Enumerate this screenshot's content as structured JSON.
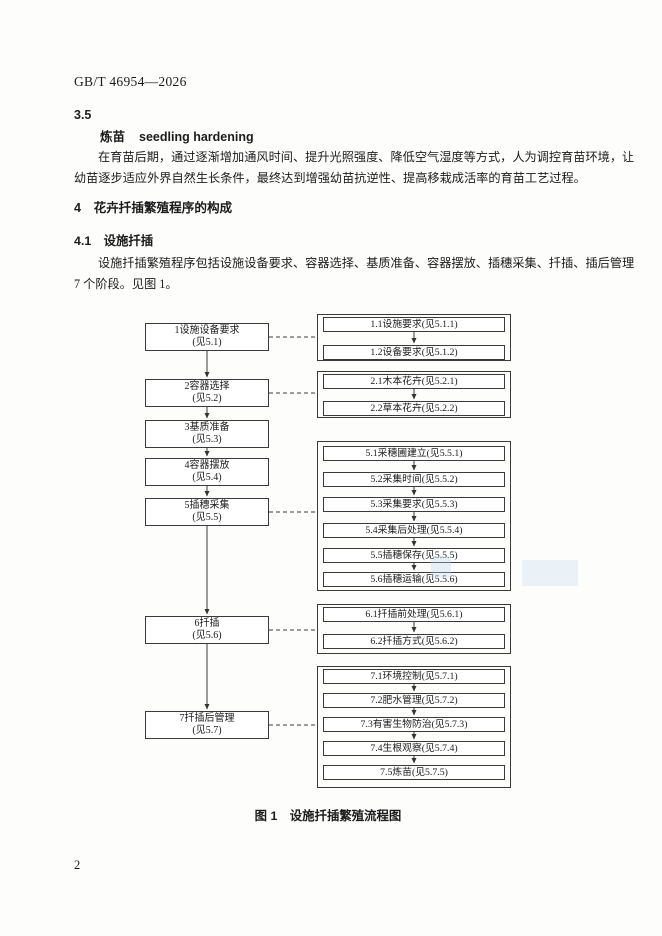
{
  "header": {
    "doc_code": "GB/T 46954—2026"
  },
  "clause35": {
    "number": "3.5",
    "term": "炼苗",
    "term_en": "seedling hardening",
    "def_line1": "在育苗后期，通过逐渐增加通风时间、提升光照强度、降低空气湿度等方式，人为调控育苗环境，让",
    "def_line2": "幼苗逐步适应外界自然生长条件，最终达到增强幼苗抗逆性、提高移栽成活率的育苗工艺过程。"
  },
  "clause4": {
    "heading": "4　花卉扦插繁殖程序的构成",
    "subheading": "4.1　设施扦插",
    "body_line1": "设施扦插繁殖程序包括设施设备要求、容器选择、基质准备、容器摆放、插穗采集、扦插、插后管理",
    "body_line2": "7 个阶段。见图 1。"
  },
  "flowchart": {
    "caption": "图 1　设施扦插繁殖流程图",
    "stages": [
      {
        "label": "1设施设备要求",
        "ref": "(见5.1)"
      },
      {
        "label": "2容器选择",
        "ref": "(见5.2)"
      },
      {
        "label": "3基质准备",
        "ref": "(见5.3)"
      },
      {
        "label": "4容器摆放",
        "ref": "(见5.4)"
      },
      {
        "label": "5插穗采集",
        "ref": "(见5.5)"
      },
      {
        "label": "6扦插",
        "ref": "(见5.6)"
      },
      {
        "label": "7扦插后管理",
        "ref": "(见5.7)"
      }
    ],
    "groups": [
      {
        "items": [
          "1.1设施要求(见5.1.1)",
          "1.2设备要求(见5.1.2)"
        ]
      },
      {
        "items": [
          "2.1木本花卉(见5.2.1)",
          "2.2草本花卉(见5.2.2)"
        ]
      },
      {
        "items": [
          "5.1采穗圃建立(见5.5.1)",
          "5.2采集时间(见5.5.2)",
          "5.3采集要求(见5.5.3)",
          "5.4采集后处理(见5.5.4)",
          "5.5插穗保存(见5.5.5)",
          "5.6插穗运输(见5.5.6)"
        ]
      },
      {
        "items": [
          "6.1扦插前处理(见5.6.1)",
          "6.2扦插方式(见5.6.2)"
        ]
      },
      {
        "items": [
          "7.1环境控制(见5.7.1)",
          "7.2肥水管理(见5.7.2)",
          "7.3有害生物防治(见5.7.3)",
          "7.4生根观察(见5.7.4)",
          "7.5炼苗(见5.7.5)"
        ]
      }
    ]
  },
  "footer": {
    "page_number": "2"
  }
}
